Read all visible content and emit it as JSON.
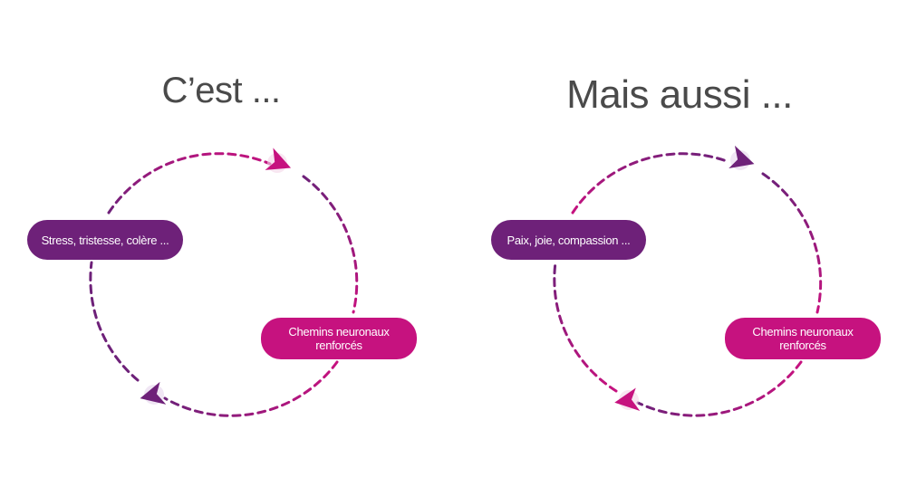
{
  "colors": {
    "purple": "#6e2179",
    "magenta": "#c6127f",
    "title": "#4a4a4a",
    "background": "#ffffff"
  },
  "panels": [
    {
      "title": "C’est ...",
      "emotion_label": "Stress, tristesse, colère ...",
      "pathways_label": "Chemins neuronaux\nrenforcés",
      "top_arrow_icon": "arrowhead-magenta-icon",
      "bottom_arrow_icon": "arrowhead-purple-icon"
    },
    {
      "title": "Mais aussi ...",
      "emotion_label": "Paix, joie, compassion ...",
      "pathways_label": "Chemins neuronaux\nrenforcés",
      "top_arrow_icon": "arrowhead-purple-icon",
      "bottom_arrow_icon": "arrowhead-magenta-icon"
    }
  ]
}
